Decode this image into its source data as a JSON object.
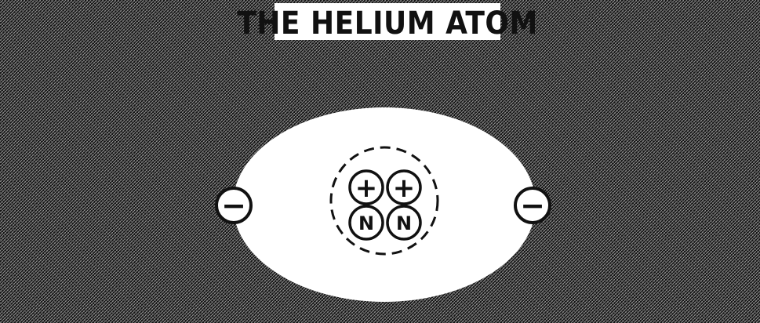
{
  "diagram": {
    "title": "THE HELIUM ATOM",
    "nucleus": {
      "protons": [
        {
          "symbol": "+"
        },
        {
          "symbol": "+"
        }
      ],
      "neutrons": [
        {
          "symbol": "N"
        },
        {
          "symbol": "N"
        }
      ]
    },
    "electrons": [
      {
        "symbol": "−"
      },
      {
        "symbol": "−"
      }
    ],
    "colors": {
      "background_dark": "#141414",
      "background_hatch": "#8a8a8a",
      "ink": "#111111",
      "paper": "#ffffff"
    }
  }
}
